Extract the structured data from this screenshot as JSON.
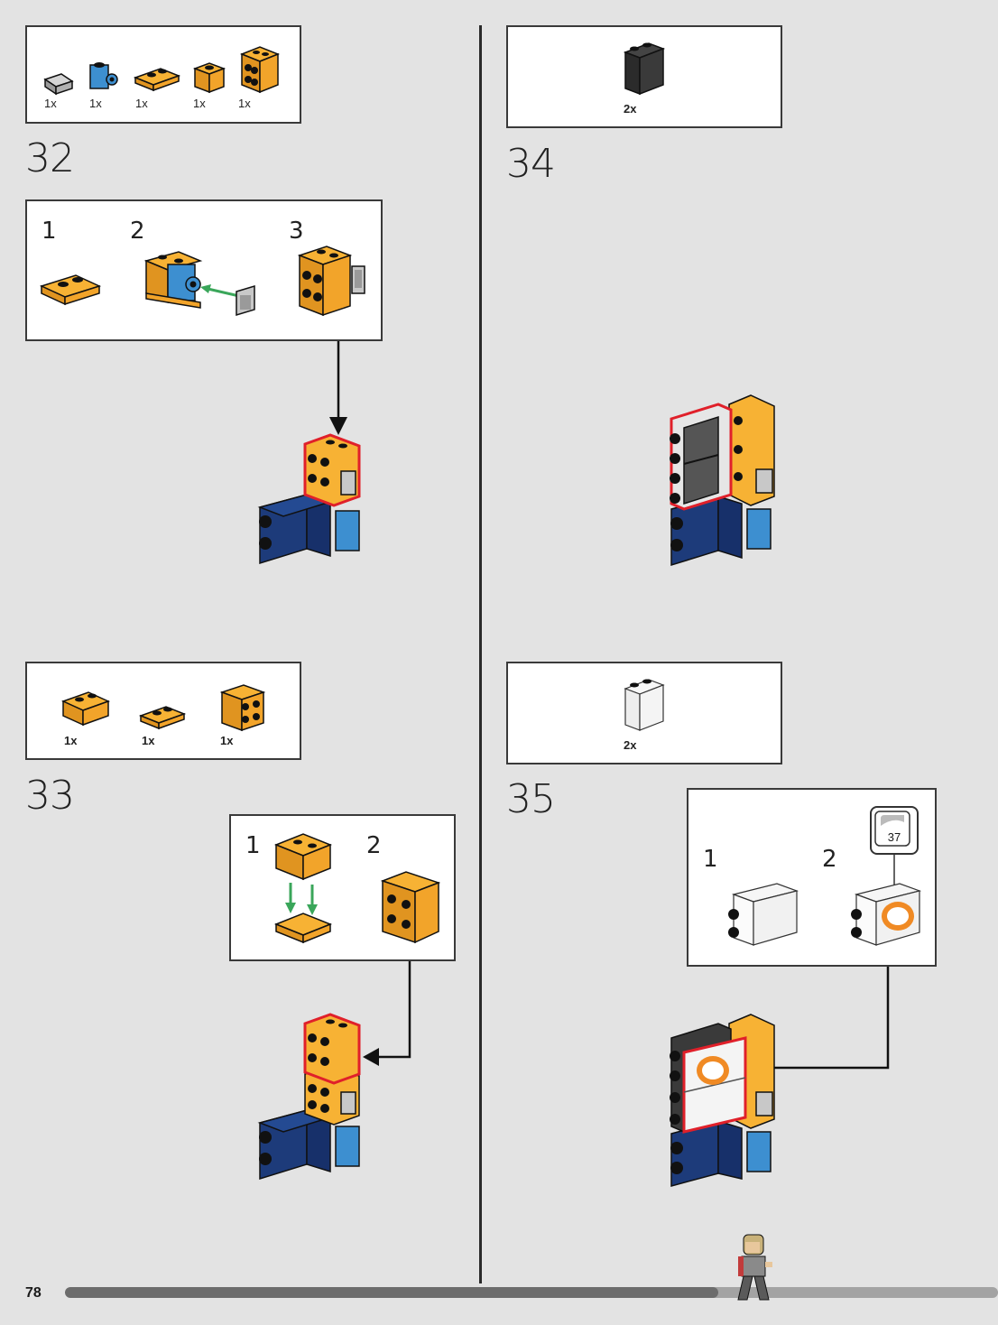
{
  "page": {
    "number": "78",
    "progress": 0.7
  },
  "steps": [
    {
      "number": "32",
      "parts_qty": [
        "1x",
        "1x",
        "1x",
        "1x",
        "1x"
      ],
      "sub_steps": [
        "1",
        "2",
        "3"
      ]
    },
    {
      "number": "33",
      "parts_qty": [
        "1x",
        "1x",
        "1x"
      ],
      "sub_steps": [
        "1",
        "2"
      ]
    },
    {
      "number": "34",
      "parts_qty": [
        "2x"
      ]
    },
    {
      "number": "35",
      "parts_qty": [
        "2x"
      ],
      "sub_steps": [
        "1",
        "2"
      ],
      "sticker_ref": "37"
    }
  ],
  "colors": {
    "orange": "#f7b234",
    "blue_dark": "#1d3b7a",
    "blue_medium": "#3d8fd0",
    "black": "#2b2b2b",
    "grey": "#b8b8b8",
    "highlight": "#e0202a",
    "arrow_green": "#3aa65a",
    "background": "#e3e3e3"
  },
  "icons": [
    "orange-brick-icon",
    "blue-brick-icon",
    "grey-tile-icon",
    "black-panel-icon",
    "clear-panel-icon",
    "sticker-icon",
    "minifigure-icon"
  ]
}
